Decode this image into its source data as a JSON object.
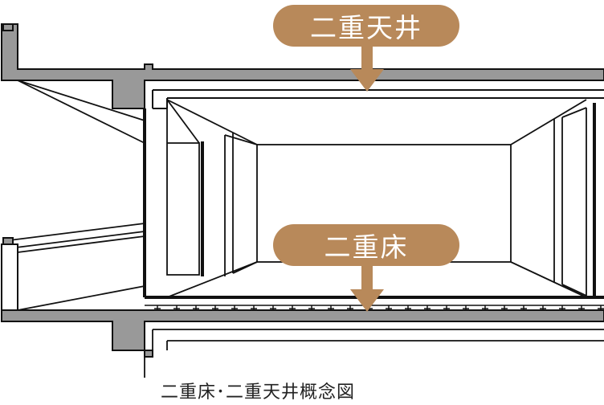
{
  "labels": {
    "ceiling": "二重天井",
    "floor": "二重床"
  },
  "caption": "二重床･二重天井概念図",
  "colors": {
    "label_fill": "#b8895a",
    "label_text": "#ffffff",
    "slab": "#999999",
    "line": "#111111"
  }
}
